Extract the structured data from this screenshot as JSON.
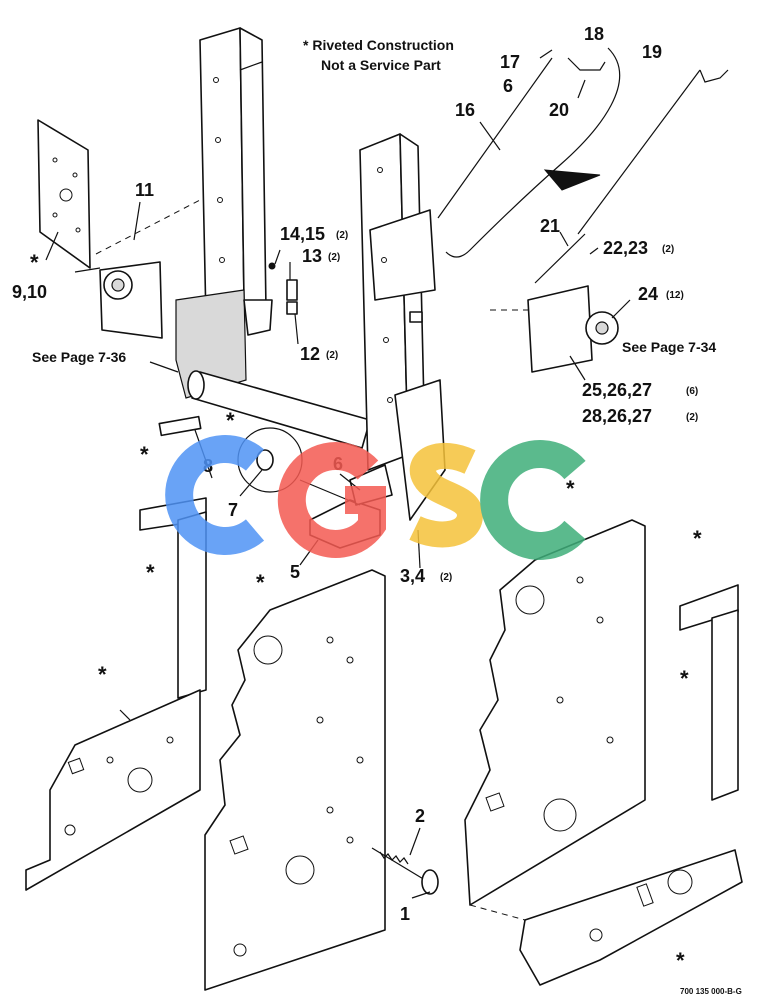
{
  "note": {
    "line1": "* Riveted Construction",
    "line2": "Not a Service Part"
  },
  "page_refs": {
    "left": "See Page 7-36",
    "right": "See Page 7-34"
  },
  "callouts": {
    "c1": "1",
    "c2": "2",
    "c3_4": "3,4",
    "c3_4_qty": "(2)",
    "c5": "5",
    "c6a": "6",
    "c6b": "6",
    "c7": "7",
    "c8": "8",
    "c9_10": "9,10",
    "c11": "11",
    "c12": "12",
    "c12_qty": "(2)",
    "c13": "13",
    "c13_qty": "(2)",
    "c14_15": "14,15",
    "c14_15_qty": "(2)",
    "c16": "16",
    "c17": "17",
    "c18": "18",
    "c19": "19",
    "c20": "20",
    "c21": "21",
    "c22_23": "22,23",
    "c22_23_qty": "(2)",
    "c24": "24",
    "c24_qty": "(12)",
    "c25": "25,26,27",
    "c25_qty": "(6)",
    "c28": "28,26,27",
    "c28_qty": "(2)"
  },
  "asterisk": "*",
  "watermark": {
    "letters": [
      "C",
      "G",
      "S",
      "C"
    ],
    "colors": [
      "#4f93f5",
      "#f45a52",
      "#f5c23a",
      "#3fae7a"
    ]
  },
  "drawing_number": "700 135 000-B-G"
}
